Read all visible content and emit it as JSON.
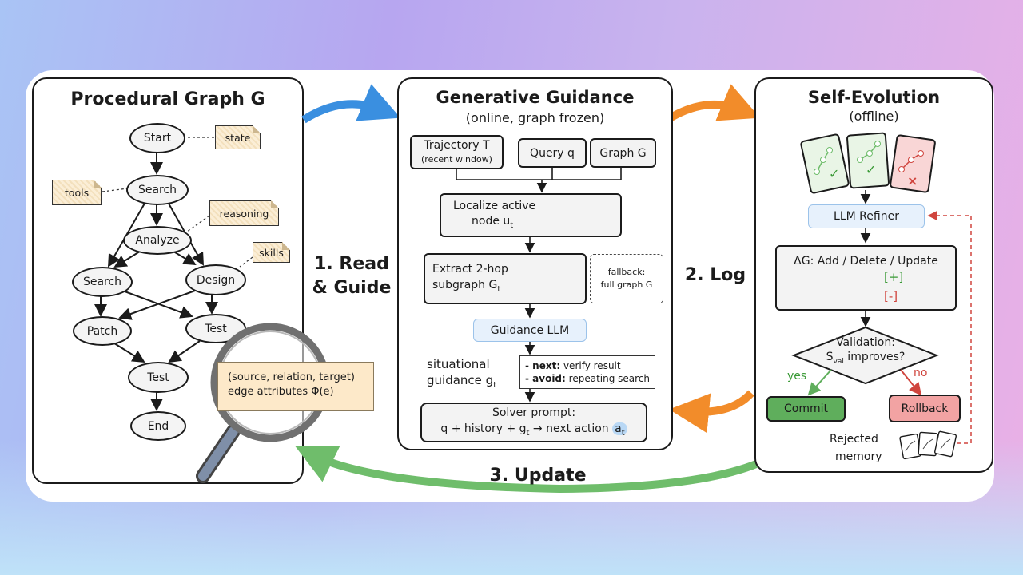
{
  "colors": {
    "blue_arrow": "#3a8fe0",
    "orange_arrow": "#f28c2a",
    "green_arrow": "#6fbd6b",
    "commit": "#5fae5c",
    "rollback": "#f2a3a3",
    "red": "#d0453e"
  },
  "panel1": {
    "title": "Procedural Graph G",
    "nodes": {
      "start": "Start",
      "search1": "Search",
      "analyze": "Analyze",
      "search2": "Search",
      "design": "Design",
      "patch": "Patch",
      "test1": "Test",
      "test2": "Test",
      "end": "End"
    },
    "notes": {
      "state": "state",
      "tools": "tools",
      "reasoning": "reasoning",
      "skills": "skills"
    },
    "magnifier_line1": "(source, relation, target)",
    "magnifier_line2": "edge attributes Φ(e)"
  },
  "arrow_labels": {
    "read_line1": "1. Read",
    "read_line2": "& Guide",
    "log": "2. Log",
    "update": "3. Update"
  },
  "panel2": {
    "title": "Generative Guidance",
    "subtitle": "(online, graph frozen)",
    "trajectory_line1": "Trajectory T",
    "trajectory_line2": "(recent window)",
    "query": "Query q",
    "graph": "Graph G",
    "localize_line1": "Localize active",
    "localize_line2": "node u",
    "localize_sub": "t",
    "extract_line1": "Extract 2-hop",
    "extract_line2": "subgraph G",
    "extract_sub": "t",
    "fallback_line1": "fallback:",
    "fallback_line2": "full graph G",
    "guidance_llm": "Guidance LLM",
    "situational_line1": "situational",
    "situational_line2": "guidance g",
    "situational_sub": "t",
    "next_key": "- next:",
    "next_val": "verify result",
    "avoid_key": "- avoid:",
    "avoid_val": "repeating search",
    "solver_line1": "Solver prompt:",
    "solver_line2": "q + history + g",
    "solver_sub": "t",
    "solver_arrow": "→ next action",
    "solver_action": "a",
    "solver_action_sub": "t"
  },
  "panel3": {
    "title": "Self-Evolution",
    "subtitle": "(offline)",
    "llm_refiner": "LLM Refiner",
    "delta_g": "ΔG: Add / Delete / Update",
    "plus": "[+]",
    "minus": "[-]",
    "validation_line1": "Validation:",
    "validation_line2a": "S",
    "validation_sub": "val",
    "validation_line2b": " improves?",
    "yes": "yes",
    "no": "no",
    "commit": "Commit",
    "rollback": "Rollback",
    "rejected_line1": "Rejected",
    "rejected_line2": "memory",
    "check": "✓",
    "cross": "×"
  }
}
